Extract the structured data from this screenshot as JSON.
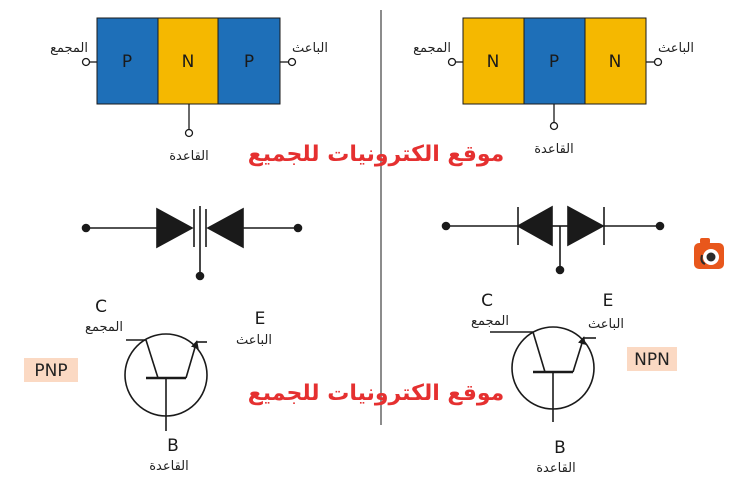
{
  "colors": {
    "p_layer": "#1e6fb8",
    "n_layer": "#f5b800",
    "watermark": "#e53030",
    "tag_bg": "#fbd9c3",
    "line": "#1a1a1a",
    "divider": "#8c8c8c"
  },
  "pnp": {
    "layers": [
      "P",
      "N",
      "P"
    ],
    "collector_label": "المجمع",
    "emitter_label": "الباعث",
    "base_label": "القاعدة",
    "symbol": {
      "c_letter": "C",
      "c_label": "المجمع",
      "e_letter": "E",
      "e_label": "الباعث",
      "b_letter": "B",
      "b_label": "القاعدة",
      "type_tag": "PNP"
    }
  },
  "npn": {
    "layers": [
      "N",
      "P",
      "N"
    ],
    "collector_label": "المجمع",
    "emitter_label": "الباعث",
    "base_label": "القاعدة",
    "symbol": {
      "c_letter": "C",
      "c_label": "المجمع",
      "e_letter": "E",
      "e_label": "الباعث",
      "b_letter": "B",
      "b_label": "القاعدة",
      "type_tag": "NPN"
    }
  },
  "watermark": {
    "top": "موقع الكترونيات للجميع",
    "bottom": "موقع الكترونيات للجميع"
  },
  "corner_icon": "camera-logo-icon"
}
